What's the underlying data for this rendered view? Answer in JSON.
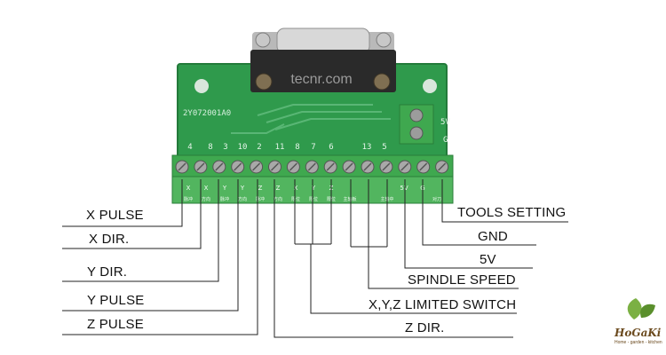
{
  "board": {
    "silkscreen_code": "2Y072001A0",
    "watermark": "tecnr.com",
    "pin_numbers": [
      "4",
      "8",
      "3",
      "10",
      "2",
      "11",
      "8",
      "7",
      "6",
      "13",
      "5"
    ],
    "terminal_marks": [
      "X",
      "X",
      "Y",
      "Y",
      "Z",
      "Z",
      "X",
      "Y",
      "Z",
      "5V",
      "G"
    ],
    "terminal_subtext": [
      "脉冲",
      "方向",
      "脉冲",
      "方向",
      "脉冲",
      "方向",
      "限位",
      "限位",
      "限位",
      "主轴板",
      "主轴中",
      "对刀"
    ],
    "power_block": {
      "label_5v": "5V",
      "label_g": "G"
    }
  },
  "labels": {
    "left": [
      "X PULSE",
      "X DIR.",
      "Y DIR.",
      "Y PULSE",
      "Z PULSE"
    ],
    "right": [
      "TOOLS SETTING",
      "GND",
      "5V",
      "SPINDLE SPEED",
      "X,Y,Z LIMITED SWITCH",
      "Z DIR."
    ]
  },
  "logo": {
    "brand": "HoGaKi",
    "tagline": "Home - garden - kitchen"
  },
  "colors": {
    "pcb": "#2f9a4c",
    "terminal": "#3fa84f",
    "line": "#222222",
    "connector": "#b9b9b9"
  }
}
